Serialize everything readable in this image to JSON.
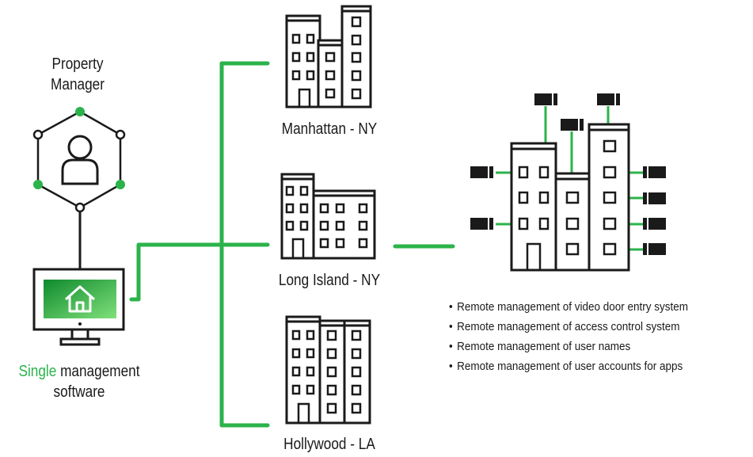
{
  "property_manager": {
    "line1": "Property",
    "line2": "Manager"
  },
  "software": {
    "highlight": "Single",
    "rest": " management",
    "line2": "software"
  },
  "buildings": [
    {
      "label": "Manhattan - NY"
    },
    {
      "label": "Long Island - NY"
    },
    {
      "label": "Hollywood - LA"
    }
  ],
  "features": [
    "Remote management of video door entry system",
    "Remote management of access control system",
    "Remote management of user names",
    "Remote management of user accounts for apps"
  ],
  "colors": {
    "accent": "#2bb34a",
    "line": "#1a1a1a"
  },
  "icons": [
    "user-icon",
    "home-icon",
    "monitor-icon",
    "building-icon",
    "camera-icon"
  ]
}
